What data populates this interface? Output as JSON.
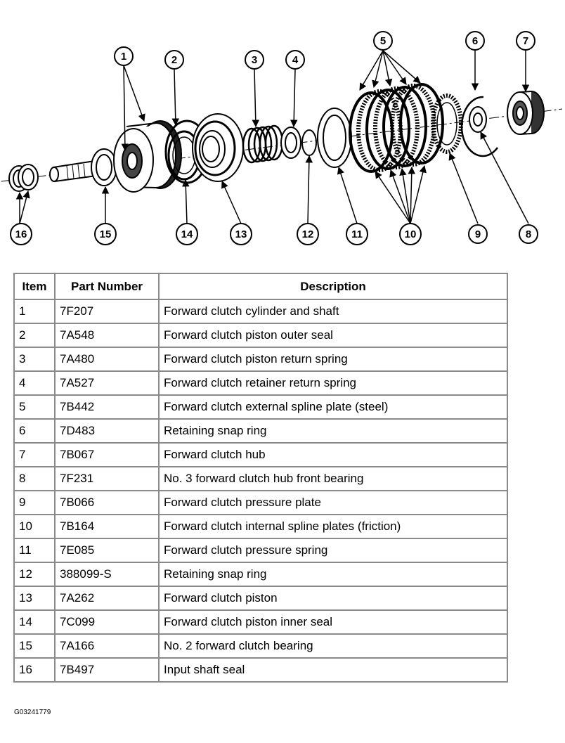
{
  "diagram": {
    "callouts": [
      "1",
      "2",
      "3",
      "4",
      "5",
      "6",
      "7",
      "8",
      "9",
      "10",
      "11",
      "12",
      "13",
      "14",
      "15",
      "16"
    ]
  },
  "table": {
    "headers": [
      "Item",
      "Part Number",
      "Description"
    ],
    "rows": [
      {
        "item": "1",
        "part": "7F207",
        "desc": "Forward clutch cylinder and shaft"
      },
      {
        "item": "2",
        "part": "7A548",
        "desc": "Forward clutch piston outer seal"
      },
      {
        "item": "3",
        "part": "7A480",
        "desc": "Forward clutch piston return spring"
      },
      {
        "item": "4",
        "part": "7A527",
        "desc": "Forward clutch retainer return spring"
      },
      {
        "item": "5",
        "part": "7B442",
        "desc": "Forward clutch external spline plate (steel)"
      },
      {
        "item": "6",
        "part": "7D483",
        "desc": "Retaining snap ring"
      },
      {
        "item": "7",
        "part": "7B067",
        "desc": "Forward clutch hub"
      },
      {
        "item": "8",
        "part": "7F231",
        "desc": "No. 3 forward clutch hub front bearing"
      },
      {
        "item": "9",
        "part": "7B066",
        "desc": "Forward clutch pressure plate"
      },
      {
        "item": "10",
        "part": "7B164",
        "desc": "Forward clutch internal spline plates (friction)"
      },
      {
        "item": "11",
        "part": "7E085",
        "desc": "Forward clutch pressure spring"
      },
      {
        "item": "12",
        "part": "388099-S",
        "desc": "Retaining snap ring"
      },
      {
        "item": "13",
        "part": "7A262",
        "desc": "Forward clutch piston"
      },
      {
        "item": "14",
        "part": "7C099",
        "desc": "Forward clutch piston inner seal"
      },
      {
        "item": "15",
        "part": "7A166",
        "desc": "No. 2 forward clutch bearing"
      },
      {
        "item": "16",
        "part": "7B497",
        "desc": "Input shaft seal"
      }
    ]
  },
  "figure_code": "G03241779"
}
